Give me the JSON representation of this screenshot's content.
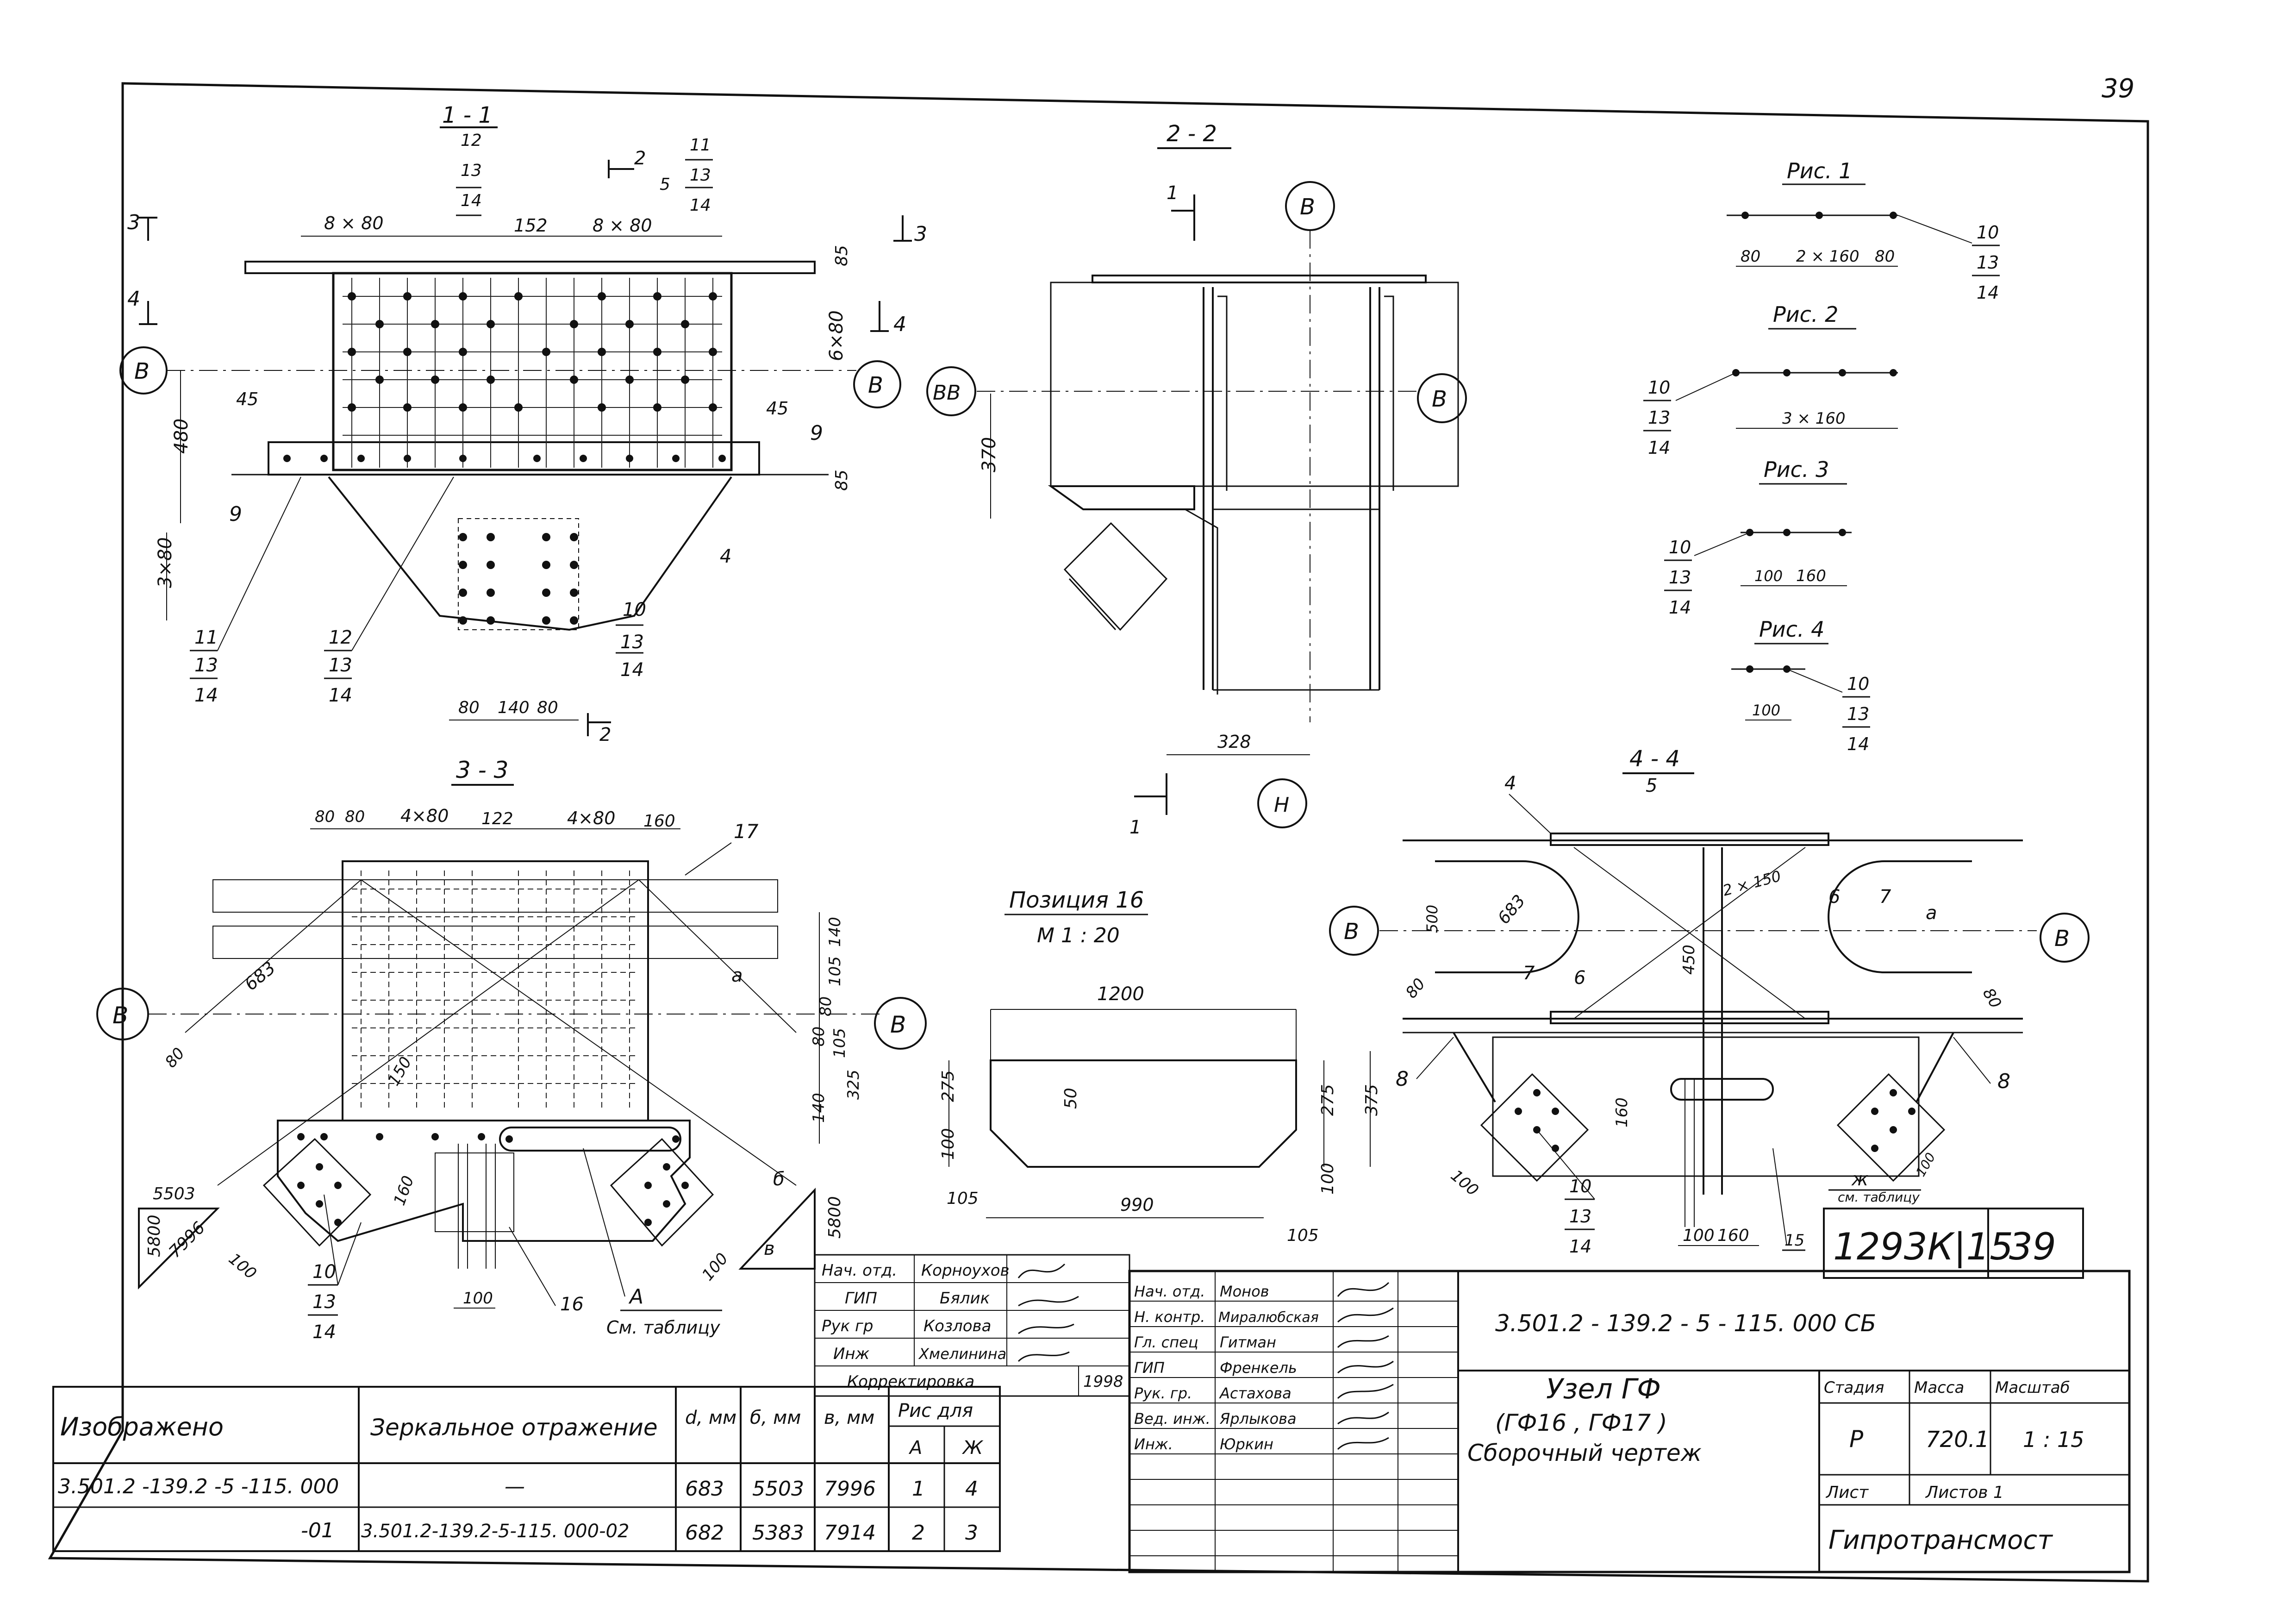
{
  "page_number": "39",
  "colors": {
    "ink": "#111111",
    "paper": "#ffffff"
  },
  "axes": {
    "B": "В",
    "BB": "ВВ",
    "H": "Н"
  },
  "section_1_1": {
    "title": "1 - 1",
    "top_callout": [
      "12",
      "13",
      "14"
    ],
    "cut2_label": "2",
    "callout_5": "5",
    "callout_11_top": [
      "11",
      "13",
      "14"
    ],
    "dim_left": "8 × 80",
    "dim_mid": "152",
    "dim_right": "8 × 80",
    "cut3_label": "3",
    "cut4_label": "4",
    "dim_85_top": "85",
    "dim_6x80": "6×80",
    "dim_85_bot": "85",
    "dim_45_left": "45",
    "dim_45_right": "45",
    "dim_480": "480",
    "dim_3x80": "3×80",
    "label_9_left": "9",
    "label_9_right": "9",
    "label_4": "4",
    "callout_11": [
      "11",
      "13",
      "14"
    ],
    "callout_12": [
      "12",
      "13",
      "14"
    ],
    "callout_10": [
      "10",
      "13",
      "14"
    ],
    "dim_80a": "80",
    "dim_140": "140",
    "dim_80b": "80",
    "cut2_bottom": "2"
  },
  "section_2_2": {
    "title": "2 - 2",
    "cut1_top": "1",
    "cut1_bottom": "1",
    "dim_370": "370",
    "dim_328": "328"
  },
  "figures": {
    "fig1": {
      "title": "Рис. 1",
      "dims": [
        "80",
        "2 × 160",
        "80"
      ],
      "callout": [
        "10",
        "13",
        "14"
      ]
    },
    "fig2": {
      "title": "Рис. 2",
      "dims": [
        "3 × 160"
      ],
      "callout": [
        "10",
        "13",
        "14"
      ]
    },
    "fig3": {
      "title": "Рис. 3",
      "dims": [
        "100",
        "160"
      ],
      "callout": [
        "10",
        "13",
        "14"
      ]
    },
    "fig4": {
      "title": "Рис. 4",
      "dims": [
        "100"
      ],
      "callout": [
        "10",
        "13",
        "14"
      ]
    }
  },
  "section_3_3": {
    "title": "3 - 3",
    "dims_top": [
      "80",
      "80",
      "4×80",
      "122",
      "4×80",
      "160"
    ],
    "label_17": "17",
    "dim_683": "683",
    "dim_a": "a",
    "dims_right": [
      "140",
      "105",
      "80",
      "80",
      "105",
      "325",
      "140"
    ],
    "dim_80_left": "80",
    "dim_150": "150",
    "dim_160": "160",
    "dim_100_left": "100",
    "dim_100_bottom": "100",
    "dim_100_right": "100",
    "tri_left": {
      "top": "5503",
      "side": "5800",
      "hyp": "7996"
    },
    "tri_right": {
      "top": "б",
      "side": "5800",
      "mark": "в"
    },
    "callout_10": [
      "10",
      "13",
      "14"
    ],
    "label_16": "16",
    "label_A": "А",
    "see_table": "См. таблицу"
  },
  "position_16": {
    "title": "Позиция 16",
    "scale": "М 1 : 20",
    "dim_1200": "1200",
    "dim_275_left": "275",
    "dim_50": "50",
    "dim_100_left": "100",
    "dim_275_right": "275",
    "dim_375": "375",
    "dim_100_right": "100",
    "dim_105_left": "105",
    "dim_990": "990",
    "dim_105_right": "105"
  },
  "section_4_4": {
    "title": "4 - 4",
    "label_4": "4",
    "label_5": "5",
    "dim_2x150": "2 × 150",
    "dim_500": "500",
    "dim_683": "683",
    "label_6_top": "6",
    "label_7_top": "7",
    "dim_a": "a",
    "dim_450": "450",
    "label_7_bottom": "7",
    "label_6_bottom": "6",
    "dim_80_left": "80",
    "dim_80_right": "80",
    "label_8_left": "8",
    "label_8_right": "8",
    "dim_160": "160",
    "dim_100": "100",
    "callout_10": [
      "10",
      "13",
      "14"
    ],
    "dim_100b": "100",
    "dim_160b": "160",
    "label_zh": "ж",
    "see_table": "см. таблицу",
    "label_15": "15",
    "dim_100c": "100"
  },
  "album_box": {
    "code": "1293К|15",
    "sheet": "39"
  },
  "approval_block": {
    "rows": [
      {
        "role": "Нач. отд.",
        "name": "Корноухов"
      },
      {
        "role": "ГИП",
        "name": "Бялик"
      },
      {
        "role": "Рук гр",
        "name": "Козлова"
      },
      {
        "role": "Инж",
        "name": "Хмелинина"
      }
    ],
    "correction": "Корректировка",
    "year": "1998"
  },
  "title_block": {
    "signatories": [
      {
        "role": "Нач. отд.",
        "name": "Монов"
      },
      {
        "role": "Н. контр.",
        "name": "Миралюбская"
      },
      {
        "role": "Гл. спец",
        "name": "Гитман"
      },
      {
        "role": "ГИП",
        "name": "Френкель"
      },
      {
        "role": "Рук. гр.",
        "name": "Астахова"
      },
      {
        "role": "Вед. инж.",
        "name": "Ярлыкова"
      },
      {
        "role": "Инж.",
        "name": "Юркин"
      }
    ],
    "doc_code": "3.501.2 - 139.2 - 5 - 115. 000 СБ",
    "name_line1": "Узел ГФ",
    "name_line2": "(ГФ16 , ГФ17 )",
    "name_line3": "Сборочный чертеж",
    "stage_label": "Стадия",
    "mass_label": "Масса",
    "scale_label": "Масштаб",
    "stage": "Р",
    "mass": "720.1",
    "scale": "1 : 15",
    "sheet_label": "Лист",
    "sheets_label": "Листов 1",
    "org": "Гипротрансмост"
  },
  "variants_table": {
    "headers": [
      "Изображено",
      "Зеркальное отражение",
      "d, мм",
      "б, мм",
      "в, мм",
      "Рис для"
    ],
    "sub_headers": [
      "А",
      "Ж"
    ],
    "rows": [
      [
        "3.501.2 -139.2 -5 -115. 000",
        "—",
        "683",
        "5503",
        "7996",
        "1",
        "4"
      ],
      [
        "-01",
        "3.501.2-139.2-5-115. 000-02",
        "682",
        "5383",
        "7914",
        "2",
        "3"
      ]
    ]
  }
}
